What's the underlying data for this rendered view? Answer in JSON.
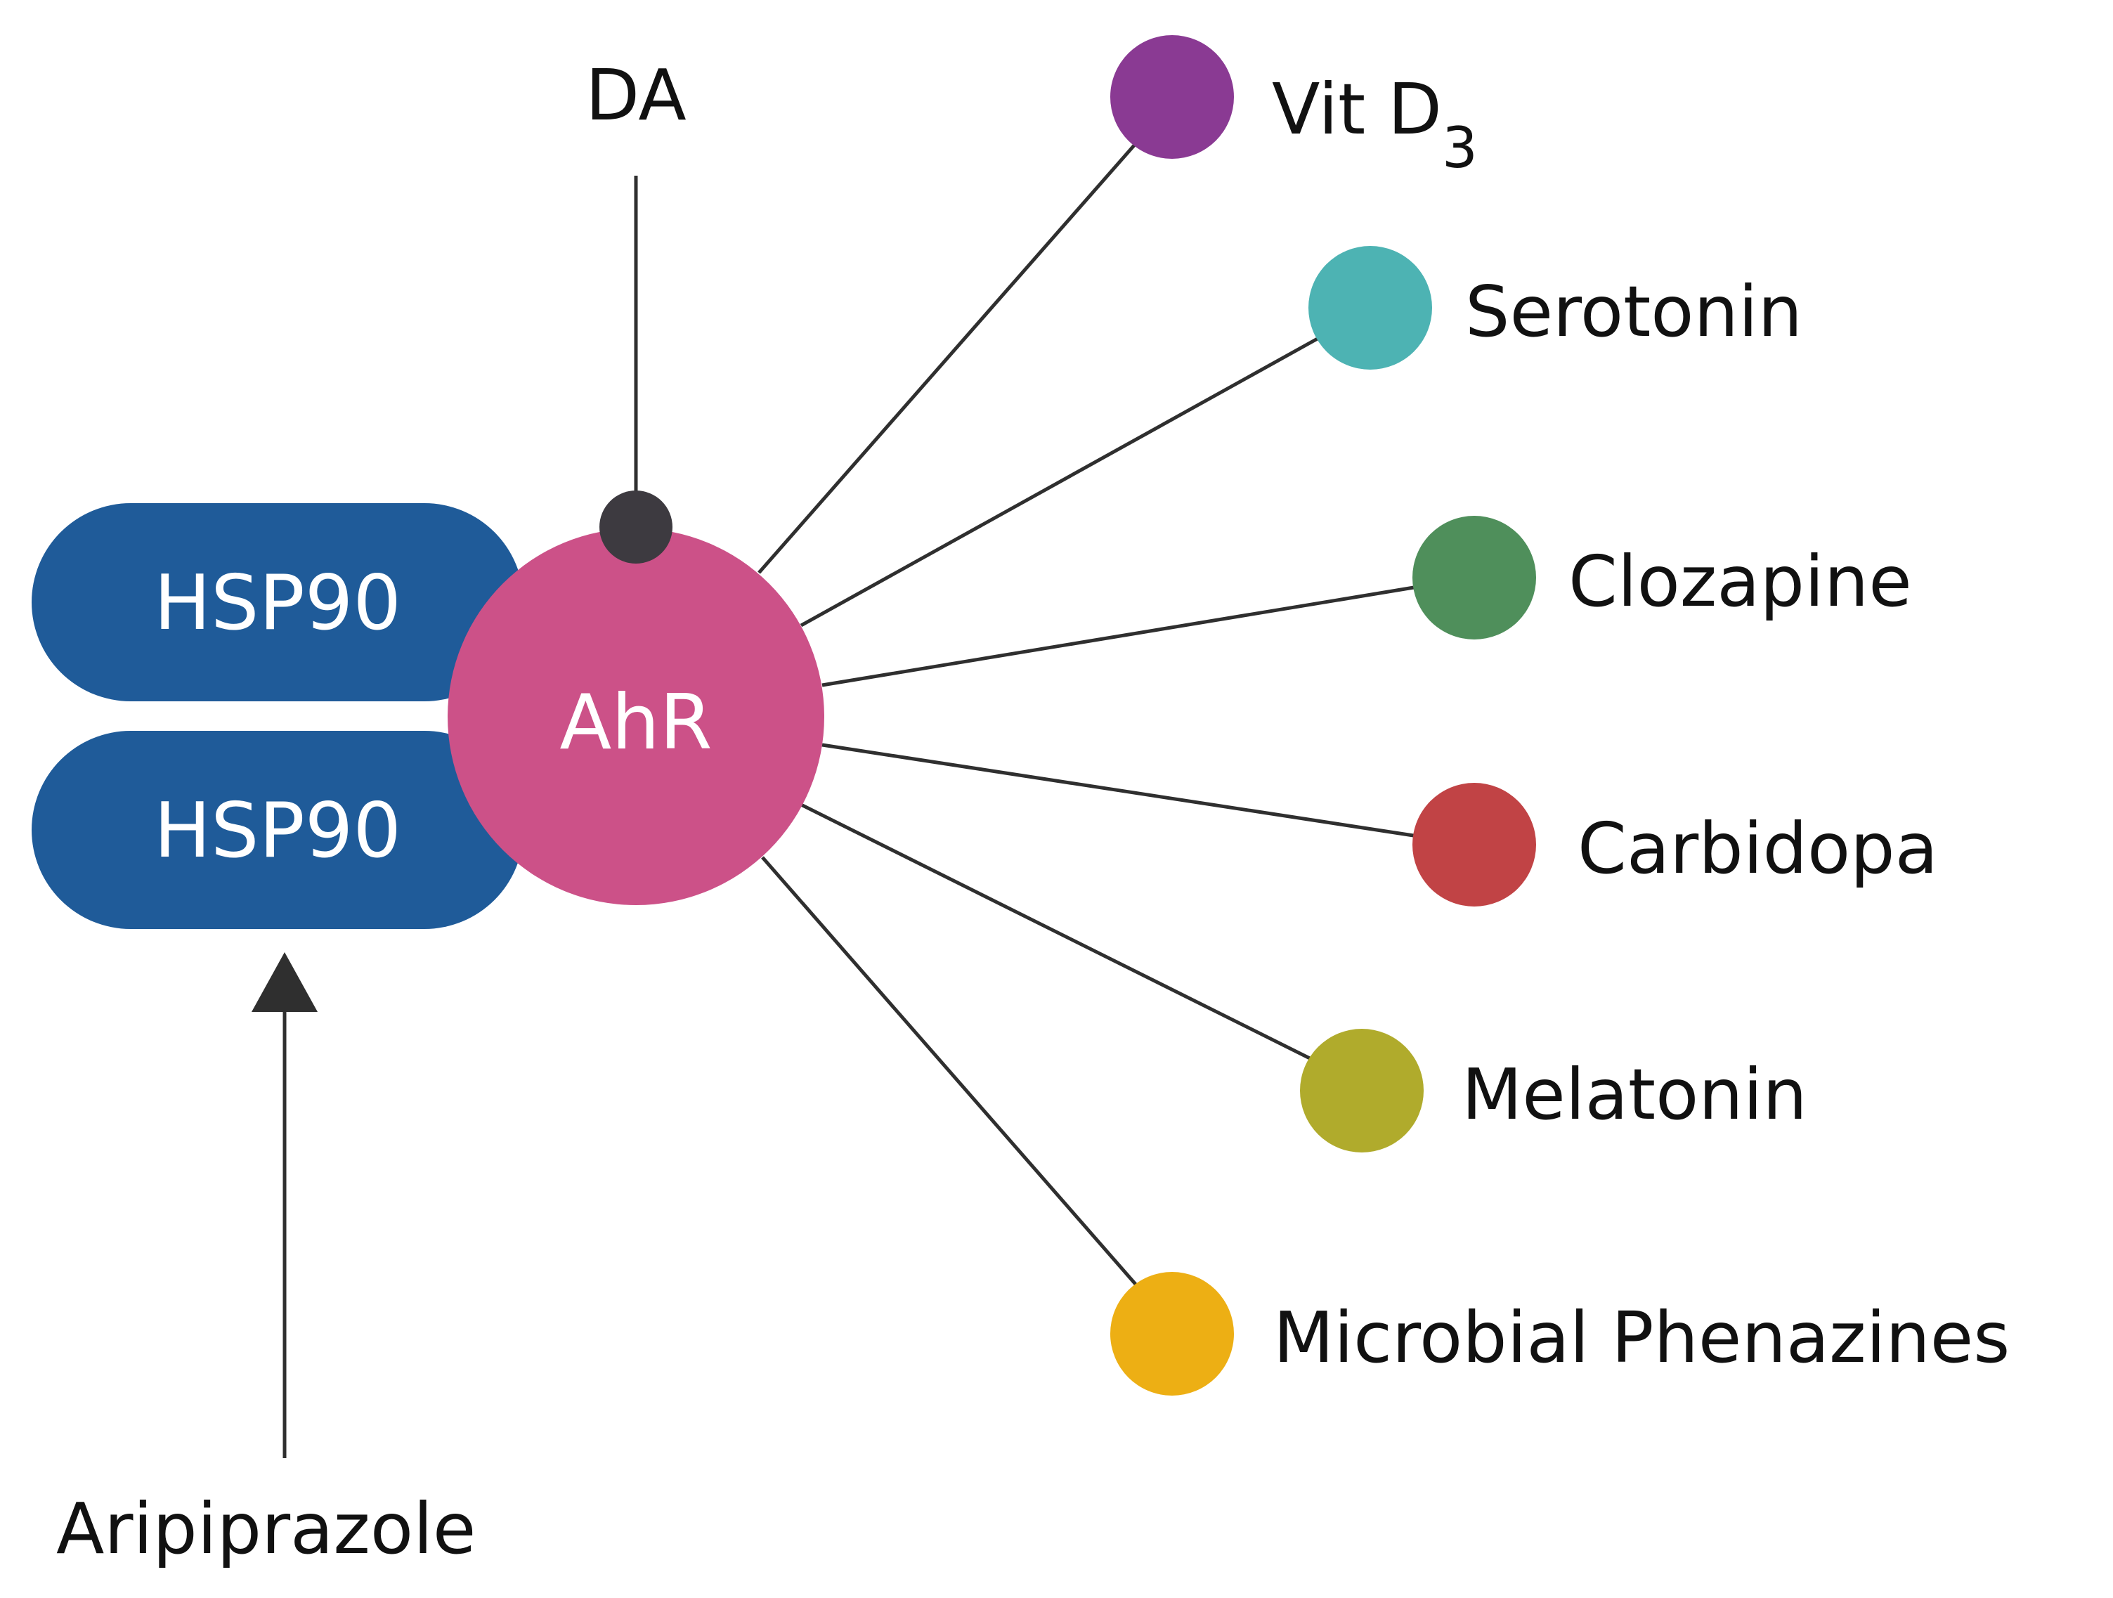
{
  "receptor": {
    "label": "AhR",
    "color": "#CC5188"
  },
  "chaperones": [
    {
      "label": "HSP90",
      "color": "#1F5B99"
    },
    {
      "label": "HSP90",
      "color": "#1F5B99"
    }
  ],
  "inhibitor": {
    "label": "DA",
    "color": "#3D3A40"
  },
  "activator": {
    "label": "Aripiprazole"
  },
  "ligands": [
    {
      "label": "Vit D",
      "subscript": "3",
      "color": "#8A3A93"
    },
    {
      "label": "Serotonin",
      "color": "#4DB3B3"
    },
    {
      "label": "Clozapine",
      "color": "#4F8F5B"
    },
    {
      "label": "Carbidopa",
      "color": "#C14345"
    },
    {
      "label": "Melatonin",
      "color": "#B0AB2C"
    },
    {
      "label": "Microbial Phenazines",
      "color": "#EDAF14"
    }
  ]
}
